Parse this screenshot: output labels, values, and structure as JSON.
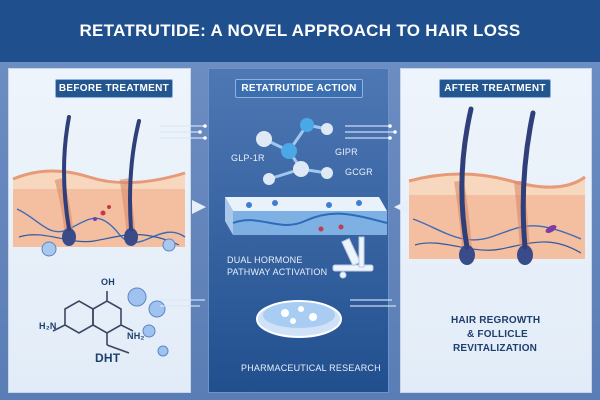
{
  "title": "RETATRUTIDE: A NOVEL APPROACH TO HAIR LOSS",
  "before": {
    "heading": "BEFORE TREATMENT",
    "molecule_label": "DHT",
    "atoms": {
      "oh": "OH",
      "h2n": "H₂N",
      "nh2": "NH₂"
    }
  },
  "action": {
    "heading": "RETATRUTIDE ACTION",
    "receptors": [
      "GLP-1R",
      "GIPR",
      "GCGR"
    ],
    "caption_line1": "DUAL HORMONE",
    "caption_line2": "PATHWAY ACTIVATION",
    "research_label": "PHARMACEUTICAL RESEARCH"
  },
  "after": {
    "heading": "AFTER TREATMENT",
    "caption_line1": "HAIR REGROWTH",
    "caption_line2": "& FOLLICLE",
    "caption_line3": "REVITALIZATION"
  },
  "colors": {
    "skin": "#f4c9a6",
    "dermis": "#f2b08e",
    "hair": "#2f3f7a",
    "accent_blue": "#4aa8e6"
  }
}
